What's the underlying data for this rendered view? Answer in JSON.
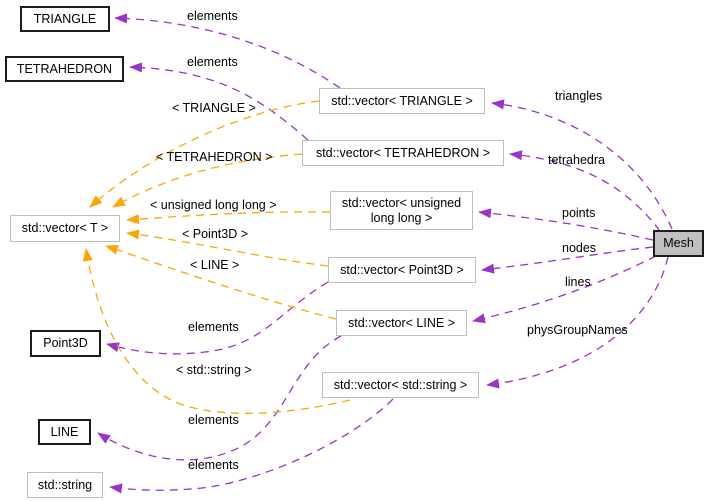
{
  "diagram_title": "Mesh collaboration graph",
  "colors": {
    "collab": "#9a32cd",
    "template": "#ffa500",
    "documented_border": "#1c1c1c",
    "external_border": "#bdbdbd",
    "focus_fill": "#c0c0c0",
    "node_fill": "#ffffff",
    "background": "#ffffff",
    "text": "#000000"
  },
  "nodes": {
    "triangle": {
      "label": "TRIANGLE"
    },
    "tetrahedron": {
      "label": "TETRAHEDRON"
    },
    "vector_t": {
      "label": "std::vector< T >"
    },
    "point3d": {
      "label": "Point3D"
    },
    "line": {
      "label": "LINE"
    },
    "string": {
      "label": "std::string"
    },
    "vector_triangle": {
      "label": "std::vector< TRIANGLE >"
    },
    "vector_tetrahedron": {
      "label": "std::vector< TETRAHEDRON >"
    },
    "vector_ull": {
      "label": "std::vector< unsigned long long >"
    },
    "vector_point3d": {
      "label": "std::vector< Point3D >"
    },
    "vector_line": {
      "label": "std::vector< LINE >"
    },
    "vector_string": {
      "label": "std::vector< std::string >"
    },
    "mesh": {
      "label": "Mesh"
    }
  },
  "edge_labels": {
    "elements_triangle": "elements",
    "elements_tetrahedron": "elements",
    "elements_point3d": "elements",
    "elements_line": "elements",
    "elements_string": "elements",
    "triangles": "triangles",
    "tetrahedra": "tetrahedra",
    "points": "points",
    "nodes": "nodes",
    "lines": "lines",
    "physGroupNames": "physGroupNames",
    "tmpl_triangle": "< TRIANGLE >",
    "tmpl_tetrahedron": "< TETRAHEDRON >",
    "tmpl_ull": "< unsigned long long >",
    "tmpl_point3d": "< Point3D >",
    "tmpl_line": "< LINE >",
    "tmpl_string": "< std::string >"
  }
}
